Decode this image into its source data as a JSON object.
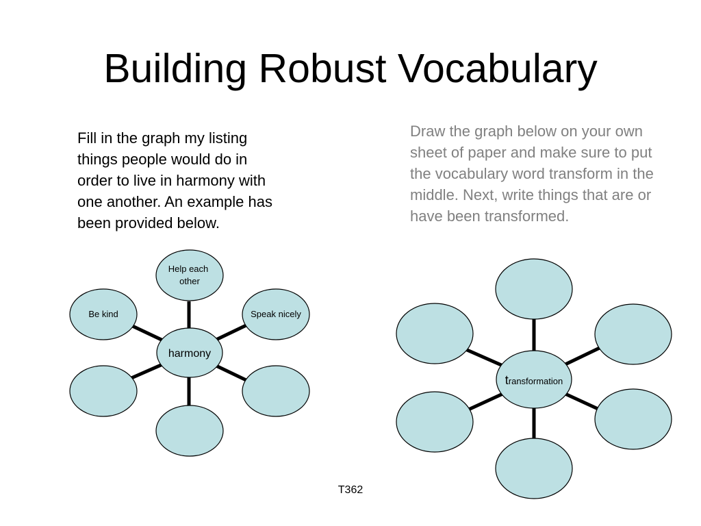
{
  "slide": {
    "title": "Building Robust Vocabulary",
    "left_instructions": "Fill in the graph my listing things people would do in order to live in harmony with one another. An example has been provided below.",
    "right_instructions": "Draw the graph below on your own sheet of paper and make sure to put the vocabulary word transform in the middle. Next, write things that are or have been transformed.",
    "footer": "T362"
  },
  "left_web": {
    "center": "harmony",
    "spokes": [
      {
        "position": "top",
        "text_lines": [
          "Help each",
          "other"
        ]
      },
      {
        "position": "upper-right",
        "text_lines": [
          "Speak nicely"
        ]
      },
      {
        "position": "lower-right",
        "text_lines": []
      },
      {
        "position": "bottom",
        "text_lines": []
      },
      {
        "position": "lower-left",
        "text_lines": []
      },
      {
        "position": "upper-left",
        "text_lines": [
          "Be kind"
        ]
      }
    ]
  },
  "right_web": {
    "center_first_letter": "t",
    "center_rest": "ransformation",
    "spokes": [
      {
        "position": "top",
        "text_lines": []
      },
      {
        "position": "upper-right",
        "text_lines": []
      },
      {
        "position": "lower-right",
        "text_lines": []
      },
      {
        "position": "bottom",
        "text_lines": []
      },
      {
        "position": "lower-left",
        "text_lines": []
      },
      {
        "position": "upper-left",
        "text_lines": []
      }
    ]
  },
  "colors": {
    "bubble_fill": "#bde0e3",
    "bubble_stroke": "#000000",
    "connector": "#000000",
    "instruction_gray": "#808080"
  }
}
